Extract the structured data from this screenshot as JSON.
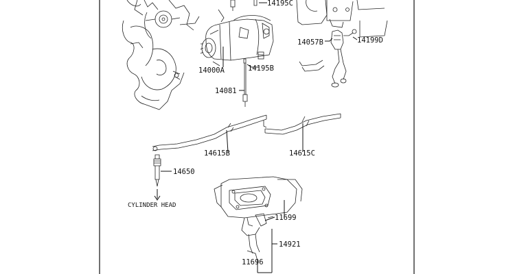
{
  "parts": {
    "p14195C": "14195C",
    "p14000A": "14000A",
    "p14195B": "14195B",
    "p14081": "14081",
    "p14057B": "14057B",
    "p14199D": "14199D",
    "p14615B": "14615B",
    "p14615C": "14615C",
    "p14650": "14650",
    "p11699": "11699",
    "p14921": "14921",
    "p11696": "11696"
  },
  "notes": {
    "cylinder_head": "CYLINDER HEAD"
  }
}
